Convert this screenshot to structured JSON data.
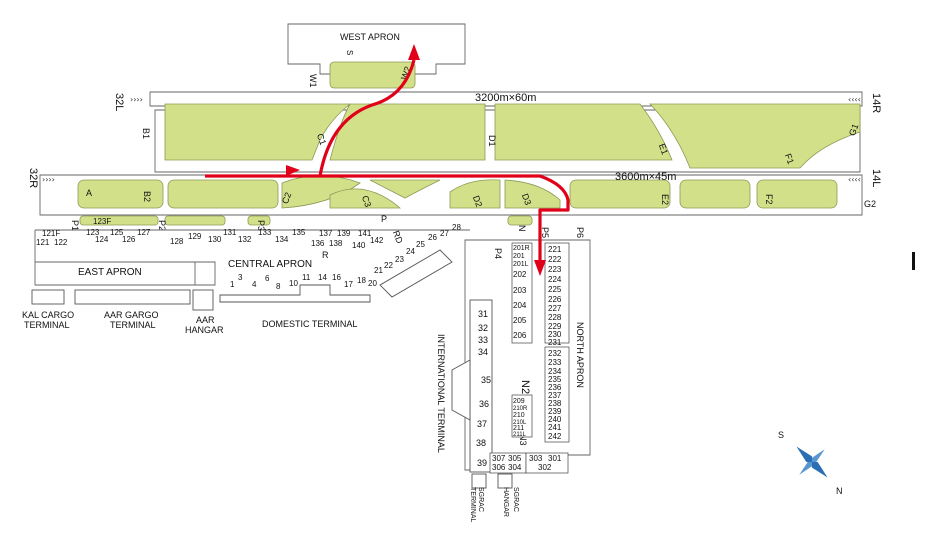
{
  "aprons": {
    "west": "WEST APRON",
    "east": "EAST APRON",
    "central": "CENTRAL APRON",
    "north": "NORTH APRON"
  },
  "runways": {
    "rwy1_dims": "3200m×60m",
    "rwy2_dims": "3600m×45m",
    "rwy1_left": "32L",
    "rwy1_right": "14R",
    "rwy2_left": "32R",
    "rwy2_right": "14L"
  },
  "taxiways": {
    "W1": "W1",
    "W2": "W2",
    "S": "S",
    "B1": "B1",
    "C1": "C1",
    "D1": "D1",
    "E1": "E1",
    "F1": "F1",
    "G1": "G1",
    "A": "A",
    "B2": "B2",
    "C2": "C2",
    "C3": "C3",
    "D2": "D2",
    "D3": "D3",
    "E2": "E2",
    "F2": "F2",
    "G2": "G2",
    "P1": "P1",
    "P2": "P2",
    "P3": "P3",
    "P": "P",
    "RD": "RD",
    "P4": "P4",
    "P5": "P5",
    "P6": "P6",
    "R": "R",
    "N": "N",
    "N2": "N2",
    "N3": "N3"
  },
  "buildings": {
    "kal": "KAL CARGO TERMINAL",
    "kal_l1": "KAL CARGO",
    "kal_l2": "TERMINAL",
    "aar_cargo_l1": "AAR GARGO",
    "aar_cargo_l2": "TERMINAL",
    "aar_hangar_l1": "AAR",
    "aar_hangar_l2": "HANGAR",
    "domestic": "DOMESTIC TERMINAL",
    "international": "INTERNATIONAL TERMINAL",
    "sgrac_terminal_l1": "SGRAC",
    "sgrac_terminal_l2": "TERMINAL",
    "sgrac_hangar_l1": "SGRAC",
    "sgrac_hangar_l2": "HANGAR"
  },
  "stands": {
    "east": [
      "121F",
      "121",
      "122",
      "123F",
      "123",
      "124",
      "125",
      "126",
      "127",
      "128",
      "129",
      "130",
      "131",
      "132",
      "133",
      "134",
      "135",
      "136",
      "137",
      "138",
      "139",
      "140",
      "141",
      "142"
    ],
    "domestic": [
      "1",
      "3",
      "4",
      "6",
      "8",
      "10",
      "11",
      "14",
      "16",
      "17",
      "18",
      "20",
      "21",
      "22",
      "23",
      "24",
      "25",
      "26",
      "27",
      "28"
    ],
    "international": [
      "31",
      "32",
      "33",
      "34",
      "35",
      "36",
      "37",
      "38",
      "39"
    ],
    "north_left": [
      "201R",
      "201",
      "201L",
      "202",
      "203",
      "204",
      "205",
      "206",
      "209",
      "210R",
      "210",
      "210L",
      "211",
      "211L"
    ],
    "north_right": [
      "221",
      "222",
      "223",
      "224",
      "225",
      "226",
      "227",
      "228",
      "229",
      "230",
      "231",
      "232",
      "233",
      "234",
      "235",
      "236",
      "237",
      "238",
      "239",
      "240",
      "241",
      "242"
    ],
    "sgrac": [
      "307",
      "305",
      "303",
      "301",
      "306",
      "304",
      "302"
    ]
  },
  "compass": {
    "s": "S",
    "n": "N"
  },
  "colors": {
    "grass": "#d3e08a",
    "route": "#e0001a",
    "compass": "#2a6fb3"
  },
  "icons": {
    "compass": "compass-rose-icon",
    "arrow": "route-arrow-icon"
  }
}
